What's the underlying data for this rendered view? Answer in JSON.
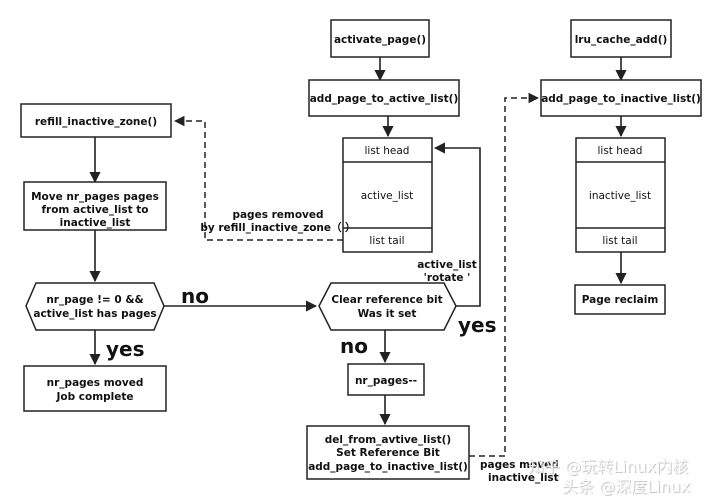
{
  "nodes": {
    "activate_page": "activate_page()",
    "add_page_to_active_list": "add_page_to_active_list()",
    "lru_cache_add": "lru_cache_add()",
    "add_page_to_inactive_list": "add_page_to_inactive_list()",
    "refill_inactive_zone": "refill_inactive_zone()",
    "move_nr_pages": [
      "Move nr_pages pages",
      "from active_list to",
      "inactive_list"
    ],
    "condition": [
      "nr_page != 0 &&",
      "active_list has pages"
    ],
    "nr_pages_moved": [
      "nr_pages moved",
      "Job complete"
    ],
    "clear_reference": [
      "Clear reference bit",
      "Was it set"
    ],
    "nr_pages_dec": "nr_pages--",
    "del_from_active": [
      "del_from_avtive_list()",
      "Set Reference Bit",
      "add_page_to_inactive_list()"
    ],
    "page_reclaim": "Page reclaim"
  },
  "lists": {
    "active": {
      "head": "list head",
      "body": "active_list",
      "tail": "list tail"
    },
    "inactive": {
      "head": "list head",
      "body": "inactive_list",
      "tail": "list tail"
    }
  },
  "edge_labels": {
    "pages_removed": [
      "pages removed",
      "by refill_inactive_zone（ ）"
    ],
    "active_list_rotate": [
      "active_list",
      "'rotate '"
    ],
    "no_1": "no",
    "yes_1": "yes",
    "no_2": "no",
    "yes_2": "yes",
    "pages_moved_partial": [
      "pages moved",
      "inactive_list"
    ]
  },
  "watermark": {
    "zhihu": "知乎 @玩转Linux内核",
    "toutiao": "头条 @深度Linux"
  }
}
